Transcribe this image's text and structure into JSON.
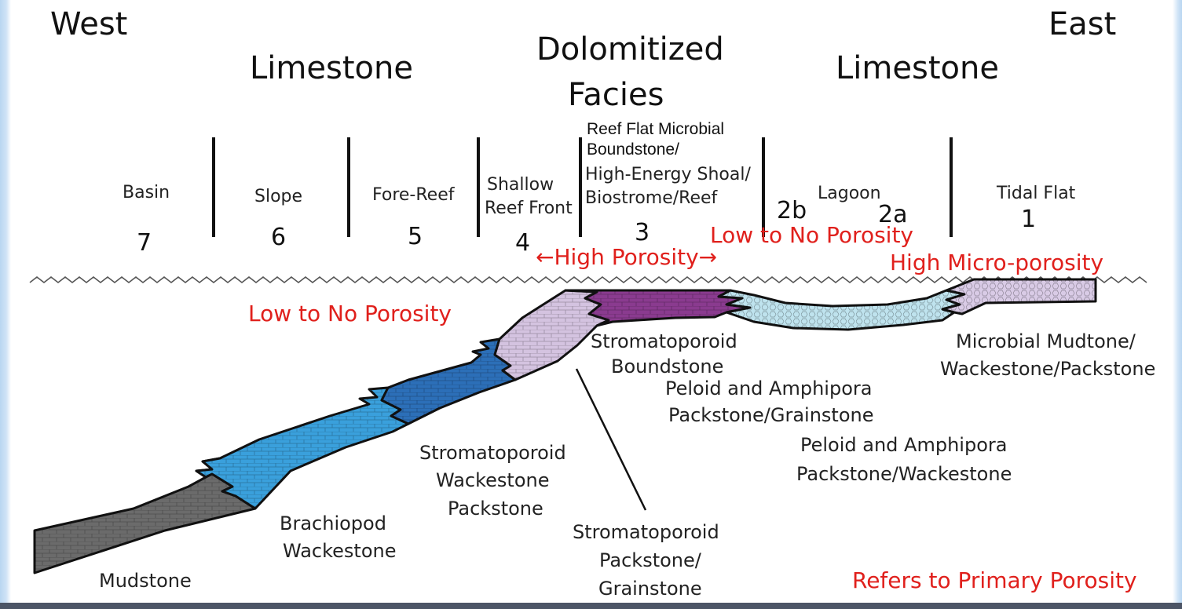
{
  "directions": {
    "west": "West",
    "east": "East"
  },
  "headers": {
    "limestone_left": "Limestone",
    "dolomitized_line1": "Dolomitized",
    "dolomitized_line2": "Facies",
    "limestone_right": "Limestone"
  },
  "zones": {
    "basin": {
      "label": "Basin",
      "number": "7"
    },
    "slope": {
      "label": "Slope",
      "number": "6"
    },
    "fore_reef": {
      "label": "Fore-Reef",
      "number": "5"
    },
    "shallow_reef_front": {
      "label_line1": "Shallow",
      "label_line2": "Reef Front",
      "number": "4"
    },
    "reef_flat": {
      "label_line1": "Reef Flat Microbial",
      "label_line2": "Boundstone/",
      "label_line3": "High-Energy Shoal/",
      "label_line4": "Biostrome/Reef",
      "number": "3"
    },
    "lagoon": {
      "label": "Lagoon",
      "number_2b": "2b",
      "number_2a": "2a"
    },
    "tidal_flat": {
      "label": "Tidal Flat",
      "number": "1"
    }
  },
  "porosity": {
    "high": "←High Porosity→",
    "low_right": "Low to No Porosity",
    "high_micro": "High Micro-porosity",
    "low_left": "Low to No Porosity",
    "footnote": "Refers to Primary Porosity"
  },
  "lithologies": {
    "strom_boundstone": {
      "line1": "Stromatoporoid",
      "line2": "Boundstone"
    },
    "peloid_grainstone": {
      "line1": "Peloid and Amphipora",
      "line2": "Packstone/Grainstone"
    },
    "peloid_wackestone": {
      "line1": "Peloid and Amphipora",
      "line2": "Packstone/Wackestone"
    },
    "microbial": {
      "line1": "Microbial Mudtone/",
      "line2": "Wackestone/Packstone"
    },
    "strom_wackestone": {
      "line1": "Stromatoporoid",
      "line2": "Wackestone",
      "line3": "Packstone"
    },
    "strom_packstone": {
      "line1": "Stromatoporoid",
      "line2": "Packstone/",
      "line3": "Grainstone"
    },
    "brachiopod": {
      "line1": "Brachiopod",
      "line2": "Wackestone"
    },
    "mudstone": "Mudstone"
  },
  "colors": {
    "mudstone": "#6b6b6b",
    "brachiopod": "#3aa0dc",
    "strom_wackestone": "#2c6fb8",
    "strom_packstone": "#d4c3e0",
    "reef": "#8a3b8f",
    "lagoon": "#bfe3ee",
    "tidal": "#d9cbe6",
    "porosity_text": "#e0201c"
  }
}
